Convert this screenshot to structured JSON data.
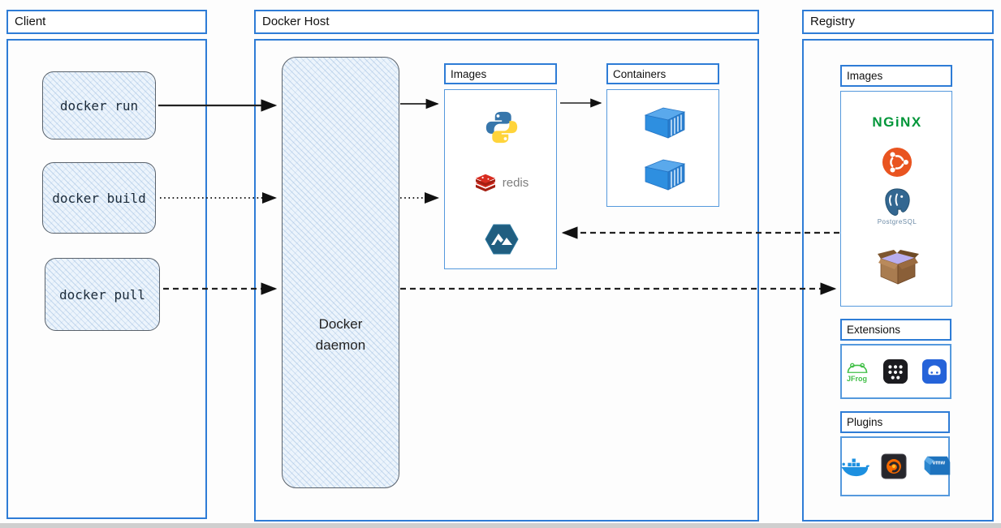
{
  "client": {
    "title": "Client",
    "commands": [
      {
        "label": "docker run"
      },
      {
        "label": "docker build"
      },
      {
        "label": "docker pull"
      }
    ]
  },
  "docker_host": {
    "title": "Docker Host",
    "daemon_label": "Docker daemon",
    "images_panel": {
      "title": "Images",
      "items": [
        {
          "icon": "python-logo"
        },
        {
          "icon": "redis-logo",
          "label": "redis"
        },
        {
          "icon": "alpine-hexagon-logo"
        }
      ]
    },
    "containers_panel": {
      "title": "Containers",
      "container_count": 2
    }
  },
  "registry": {
    "title": "Registry",
    "images_panel": {
      "title": "Images",
      "items": [
        {
          "icon": "nginx-logo",
          "label": "NGiNX"
        },
        {
          "icon": "ubuntu-logo"
        },
        {
          "icon": "postgresql-logo",
          "label": "PostgreSQL"
        },
        {
          "icon": "package-box-icon"
        }
      ]
    },
    "extensions_panel": {
      "title": "Extensions",
      "items": [
        {
          "icon": "jfrog-logo",
          "label": "JFrog"
        },
        {
          "icon": "app-grid-icon"
        },
        {
          "icon": "disk-drive-icon"
        }
      ]
    },
    "plugins_panel": {
      "title": "Plugins",
      "items": [
        {
          "icon": "docker-whale-logo"
        },
        {
          "icon": "grafana-logo"
        },
        {
          "icon": "vmware-logo",
          "label": "vmw"
        }
      ]
    }
  },
  "arrows": [
    {
      "name": "run-to-daemon",
      "style": "solid"
    },
    {
      "name": "daemon-to-images",
      "style": "solid"
    },
    {
      "name": "images-to-containers",
      "style": "solid"
    },
    {
      "name": "build-to-daemon",
      "style": "dotted"
    },
    {
      "name": "daemon-to-images-build",
      "style": "dotted"
    },
    {
      "name": "pull-to-daemon",
      "style": "dashed"
    },
    {
      "name": "daemon-to-registry",
      "style": "dashed"
    },
    {
      "name": "registry-to-host-images",
      "style": "dashed"
    }
  ],
  "colors": {
    "frame_blue": "#2e7cd6",
    "sketch_fill": "#ecf4fc",
    "sketch_border": "#5a626b",
    "arrow_black": "#111111",
    "nginx_green": "#009639",
    "ubuntu_orange": "#e95420",
    "postgres_blue": "#336791",
    "redis_red": "#d82c20",
    "python_blue": "#3776ab",
    "python_yellow": "#ffd43b",
    "container_blue": "#2e8fe0",
    "jfrog_green": "#41bf47",
    "grafana_orange": "#f46800",
    "vmware_blue": "#1e73be",
    "alpine_blue": "#205e80"
  }
}
